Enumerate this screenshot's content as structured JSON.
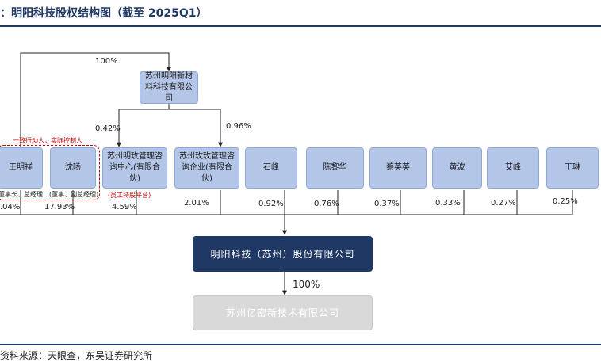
{
  "title": "：明阳科技股权结构图（截至 2025Q1）",
  "source": "资料来源：天眼查，东吴证券研究所",
  "entities": {
    "parent": "苏州明阳新材料科技有限公司",
    "wang": "王明祥",
    "shen": "沈旸",
    "mingmei": "苏州明玫管理咨询中心(有限合伙)",
    "meihai": "苏州玫玫管理咨询企业(有限合伙)",
    "shifeng": "石峰",
    "chen": "陈黎华",
    "cai": "蔡英英",
    "huangbo": "黄波",
    "aifeng": "艾峰",
    "dinglin": "丁琳",
    "company": "明阳科技（苏州）股份有限公司",
    "sub": "苏州亿密新技术有限公司"
  },
  "percentages": {
    "parent_to_company": "100%",
    "parent_to_mingmei": "0.42%",
    "parent_to_meihai": "0.96%",
    "wang": ".04%",
    "shen": "17.93%",
    "mingmei": "4.59%",
    "meihai": "2.01%",
    "shifeng": "0.92%",
    "chen": "0.76%",
    "cai": "0.37%",
    "huangbo": "0.33%",
    "aifeng": "0.27%",
    "dinglin": "0.25%",
    "company_to_sub": "100%"
  },
  "notes": {
    "controller": "一致行动人，实际控制人",
    "wang_role": "董事长、总经理",
    "shen_role": "(董事、副总经理)",
    "mingmei_role": "(员工持股平台)"
  },
  "colors": {
    "box": "#b4c6e7",
    "company": "#1f3864",
    "sub": "#d9d9d9",
    "accent_red": "#c00000"
  }
}
